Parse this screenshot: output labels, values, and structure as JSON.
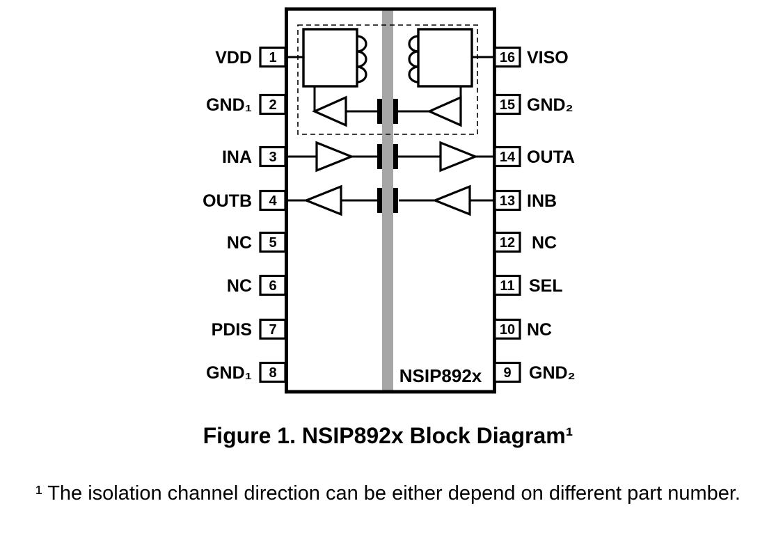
{
  "colors": {
    "barrier": "#a6a6a6",
    "line": "#000000",
    "background": "#ffffff"
  },
  "ic": {
    "part_label": "NSIP892x",
    "left_pins": [
      {
        "num": "1",
        "label": "VDD"
      },
      {
        "num": "2",
        "label": "GND₁"
      },
      {
        "num": "3",
        "label": "INA"
      },
      {
        "num": "4",
        "label": "OUTB"
      },
      {
        "num": "5",
        "label": "NC"
      },
      {
        "num": "6",
        "label": "NC"
      },
      {
        "num": "7",
        "label": "PDIS"
      },
      {
        "num": "8",
        "label": "GND₁"
      }
    ],
    "right_pins": [
      {
        "num": "16",
        "label": "VISO"
      },
      {
        "num": "15",
        "label": "GND₂"
      },
      {
        "num": "14",
        "label": "OUTA"
      },
      {
        "num": "13",
        "label": "INB"
      },
      {
        "num": "12",
        "label": "NC"
      },
      {
        "num": "11",
        "label": "SEL"
      },
      {
        "num": "10",
        "label": "NC"
      },
      {
        "num": "9",
        "label": "GND₂"
      }
    ]
  },
  "caption": "Figure 1. NSIP892x Block Diagram¹",
  "footnote": "¹ The isolation channel direction can be either depend on different part number."
}
